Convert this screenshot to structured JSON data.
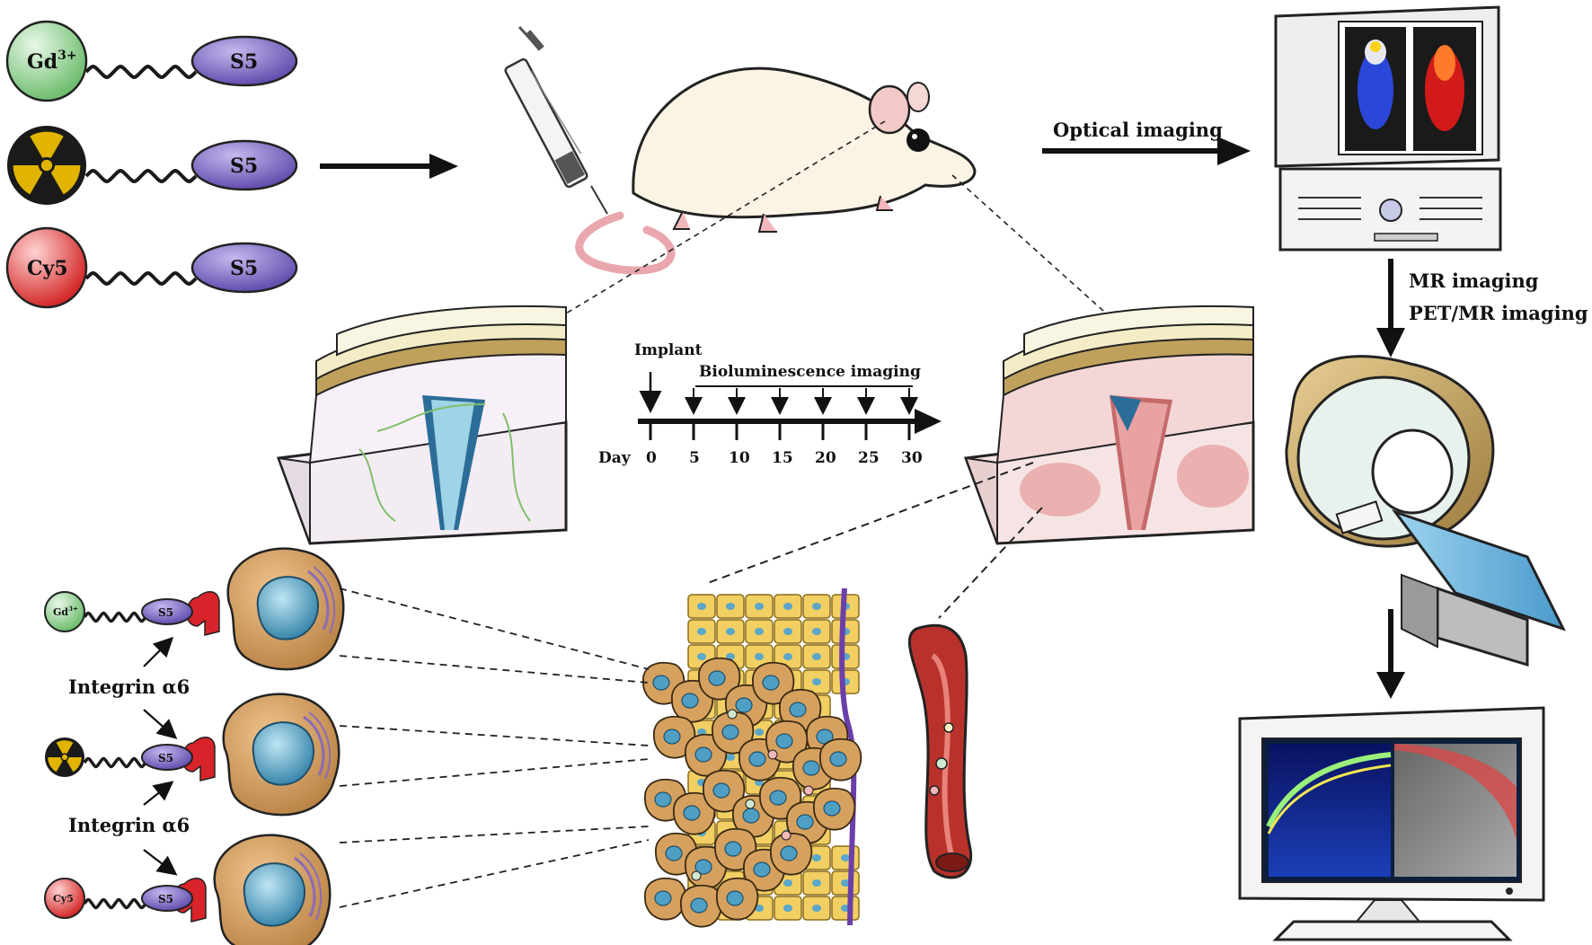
{
  "probes": {
    "top": [
      {
        "ball": "Gd",
        "ball_sup": "3+",
        "peptide": "S5",
        "color": "#8fd08f"
      },
      {
        "ball": "radiation-symbol",
        "peptide": "S5",
        "color": "#e0b400"
      },
      {
        "ball": "Cy5",
        "peptide": "S5",
        "color": "#e23b3b"
      }
    ],
    "bottom": [
      {
        "ball": "Gd",
        "ball_sup": "3+",
        "peptide": "S5"
      },
      {
        "ball": "radiation-symbol",
        "peptide": "S5"
      },
      {
        "ball": "Cy5",
        "peptide": "S5"
      }
    ],
    "receptor_label": "Integrin α6"
  },
  "flow": {
    "optical_label": "Optical imaging",
    "mr_label": "MR  imaging",
    "petmr_label": "PET/MR  imaging"
  },
  "timeline": {
    "implant_label": "Implant",
    "imaging_label": "Bioluminescence imaging",
    "day_label": "Day",
    "ticks": [
      "0",
      "5",
      "10",
      "15",
      "20",
      "25",
      "30"
    ]
  },
  "icons": [
    "syringe-icon",
    "mouse-icon",
    "computer-monitor-icon",
    "mri-scanner-icon",
    "display-monitor-icon",
    "brain-section-icon",
    "tumor-tissue-icon",
    "blood-vessel-icon",
    "tumor-cell-icon"
  ],
  "colors": {
    "gd": "#8fd08f",
    "radio": "#e0b400",
    "cy5": "#e23b3b",
    "peptide": "#6b56b0",
    "receptor": "#d8232a",
    "cell": "#d9a066",
    "nucleus": "#4f9fc4"
  }
}
